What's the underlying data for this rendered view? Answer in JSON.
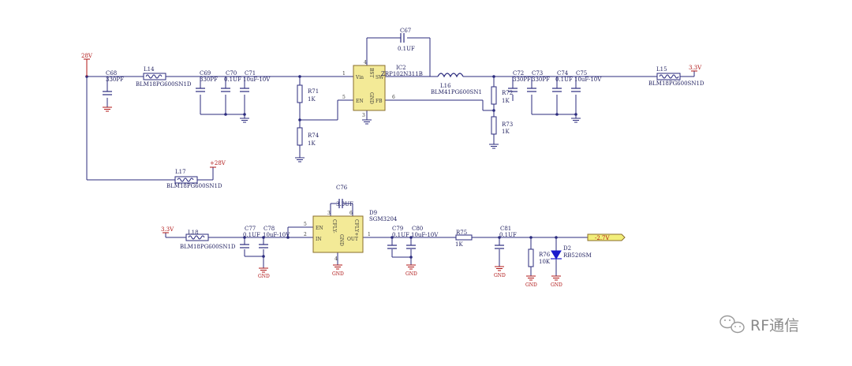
{
  "rails": {
    "in28": "28V",
    "out28": "+28V",
    "v33_top": "3.3V",
    "v33_bottom": "3.3V",
    "neg27": "-2.7V"
  },
  "gnd_label": "GND",
  "top": {
    "C68": {
      "ref": "C68",
      "val": "330PF"
    },
    "L14": {
      "ref": "L14",
      "val": "BLM18PG600SN1D"
    },
    "C69": {
      "ref": "C69",
      "val": "330PF"
    },
    "C70": {
      "ref": "C70",
      "val": "0.1UF"
    },
    "C71": {
      "ref": "C71",
      "val": "10uF-10V"
    },
    "R71": {
      "ref": "R71",
      "val": "1K"
    },
    "R74": {
      "ref": "R74",
      "val": "1K"
    },
    "C67": {
      "ref": "C67",
      "val": "0.1UF"
    },
    "IC2": {
      "ref": "IC2",
      "val": "ZRP102N311B",
      "pins": {
        "vin": "Vin",
        "bst": "BST",
        "sw": "SW",
        "en": "EN",
        "gnd": "GND",
        "fb": "FB"
      },
      "nums": {
        "p1": "1",
        "p4": "4",
        "p5": "5",
        "p3": "3",
        "p6": "6"
      }
    },
    "L16": {
      "ref": "L16",
      "val": "BLM41PG600SN1"
    },
    "R72": {
      "ref": "R72",
      "val": "1K"
    },
    "R73": {
      "ref": "R73",
      "val": "1K"
    },
    "C72": {
      "ref": "C72",
      "val": "330PF"
    },
    "C73": {
      "ref": "C73",
      "val": "330PF"
    },
    "C74": {
      "ref": "C74",
      "val": "0.1UF"
    },
    "C75": {
      "ref": "C75",
      "val": "10uF-10V"
    },
    "L15": {
      "ref": "L15",
      "val": "BLM18PG600SN1D"
    },
    "L17": {
      "ref": "L17",
      "val": "BLM18PG600SN1D"
    }
  },
  "bottom": {
    "L18": {
      "ref": "L18",
      "val": "BLM18PG600SN1D"
    },
    "C77": {
      "ref": "C77",
      "val": "0.1UF"
    },
    "C78": {
      "ref": "C78",
      "val": "10uF-10V"
    },
    "C76": {
      "ref": "C76",
      "val": "3.3UF"
    },
    "D9": {
      "ref": "D9",
      "val": "SGM3204",
      "pins": {
        "en": "EN",
        "in": "IN",
        "cfly_minus": "CFLY-",
        "gnd": "GND",
        "cfly_plus": "CFLY+",
        "out": "OUT"
      },
      "nums": {
        "p5": "5",
        "p2": "2",
        "p3": "3",
        "p6": "6",
        "p4": "4",
        "p1": "1"
      }
    },
    "C79": {
      "ref": "C79",
      "val": "0.1UF"
    },
    "C80": {
      "ref": "C80",
      "val": "10uF-10V"
    },
    "R75": {
      "ref": "R75",
      "val": "1K"
    },
    "C81": {
      "ref": "C81",
      "val": "0.1UF"
    },
    "R76": {
      "ref": "R76",
      "val": "10K"
    },
    "D2": {
      "ref": "D2",
      "val": "RB520SM"
    }
  },
  "watermark": "RF通信"
}
